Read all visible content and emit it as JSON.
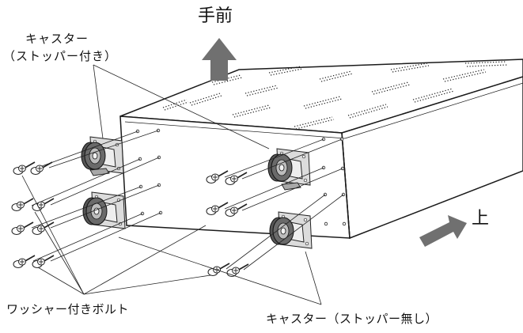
{
  "labels": {
    "front": "手前",
    "top": "上",
    "caster_stopper_line1": "キャスター",
    "caster_stopper_line2": "（ストッパー付き）",
    "washer_bolt": "ワッシャー付きボルト",
    "caster_no_stopper": "キャスター（ストッパー無し）"
  },
  "colors": {
    "line": "#1a1a1a",
    "arrow": "#707070",
    "wheel": "#555555",
    "bracket": "#dcdcdc",
    "stopper": "#a8a8a8"
  }
}
